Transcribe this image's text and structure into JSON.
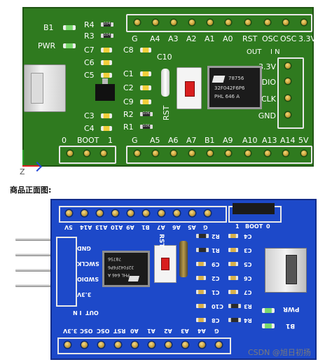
{
  "green_board": {
    "top_header_labels": [
      "G",
      "A4",
      "A3",
      "A2",
      "A1",
      "A0",
      "RST",
      "OSC",
      "OSC",
      "3.3V"
    ],
    "osc_sub_labels": [
      "OUT",
      "I N"
    ],
    "right_header_labels": [
      "3.3V",
      "SWDIO",
      "SWCLK",
      "GND"
    ],
    "bottom_header_labels": [
      "G",
      "A5",
      "A6",
      "A7",
      "B1",
      "A9",
      "A10",
      "A13",
      "A14",
      "5V"
    ],
    "boot_labels": [
      "0",
      "BOOT",
      "1"
    ],
    "led_labels": [
      "B1",
      "PWR"
    ],
    "component_labels_left": [
      "R4",
      "R3",
      "C7",
      "C6",
      "C5",
      "C3",
      "C4"
    ],
    "component_labels_mid": [
      "C8",
      "C10",
      "C1",
      "C2",
      "C9",
      "R2",
      "R1"
    ],
    "rst_label": "RST",
    "chip_text": [
      "78756",
      "32F042F6P6",
      "PHL 646 A"
    ],
    "res_text": [
      "104",
      "104",
      "10K",
      "10K"
    ]
  },
  "axis": {
    "z_label": "Z"
  },
  "caption": "商品正面图:",
  "blue_board": {
    "top_header_labels": [
      "5V",
      "A14",
      "A13",
      "A10",
      "A9",
      "B1",
      "A7",
      "A6",
      "A5",
      "G"
    ],
    "boot_labels": [
      "1",
      "BOOT",
      "0"
    ],
    "side_header_labels": [
      "GND",
      "SWCLK",
      "SWDIO",
      "3.3V"
    ],
    "bottom_header_labels": [
      "3.3V",
      "OSC",
      "OSC",
      "RST",
      "A0",
      "A1",
      "A2",
      "A3",
      "A4",
      "G"
    ],
    "osc_sub_labels": [
      "I N",
      "OUT"
    ],
    "component_labels": [
      "R2",
      "R1",
      "C9",
      "C2",
      "C1",
      "C10",
      "C8",
      "C4",
      "C3",
      "C5",
      "C6",
      "C7",
      "R3",
      "R4"
    ],
    "led_labels": [
      "PWR",
      "B1"
    ],
    "rst_label": "RST",
    "chip_text": [
      "78756",
      "32F042F6P6",
      "PHL 646 A"
    ]
  },
  "watermark": "CSDN @旭日初扬",
  "colors": {
    "green_pcb": "#2f7a1f",
    "blue_pcb": "#1d49c9",
    "silk": "#ffffff",
    "gold": "#c9a23a"
  }
}
